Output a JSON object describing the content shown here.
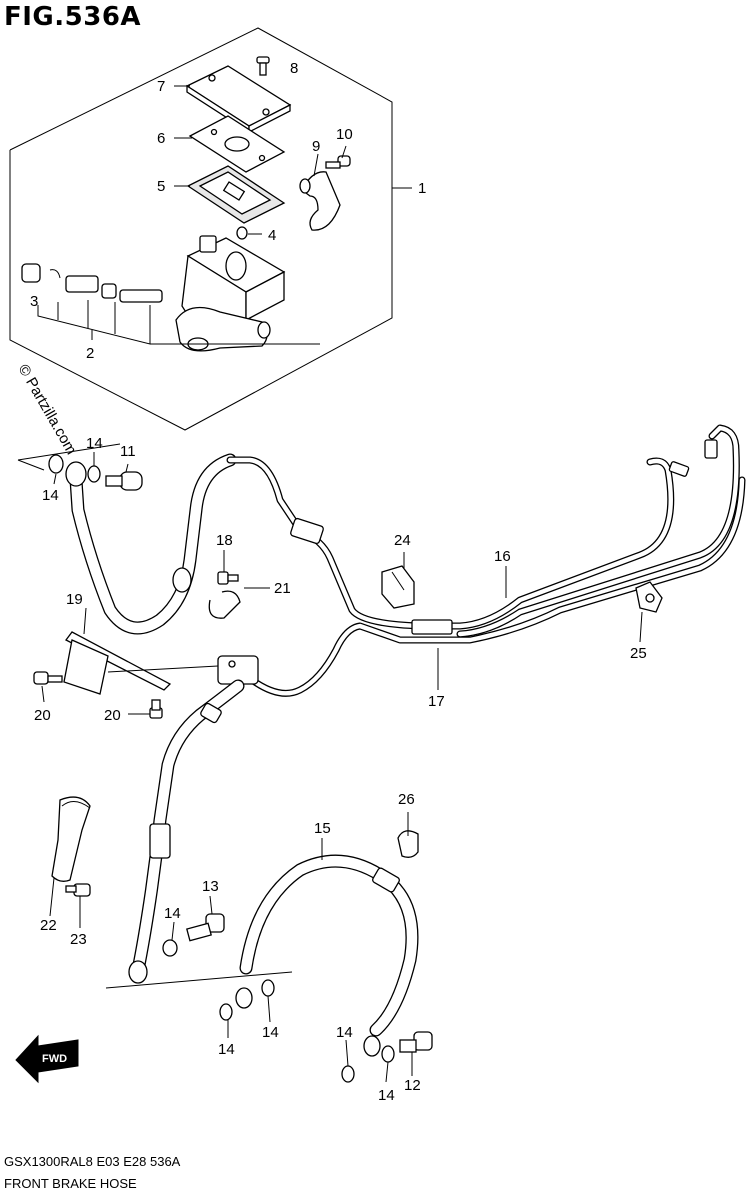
{
  "figure": {
    "title": "FIG.536A",
    "model_code": "GSX1300RAL8  E03  E28  536A",
    "caption": "FRONT BRAKE HOSE",
    "watermark": "© Partzilla.com",
    "fwd_label": "FWD"
  },
  "callouts": [
    {
      "id": "c1",
      "label": "1"
    },
    {
      "id": "c2",
      "label": "2"
    },
    {
      "id": "c3",
      "label": "3"
    },
    {
      "id": "c4",
      "label": "4"
    },
    {
      "id": "c5",
      "label": "5"
    },
    {
      "id": "c6",
      "label": "6"
    },
    {
      "id": "c7",
      "label": "7"
    },
    {
      "id": "c8",
      "label": "8"
    },
    {
      "id": "c9",
      "label": "9"
    },
    {
      "id": "c10",
      "label": "10"
    },
    {
      "id": "c11",
      "label": "11"
    },
    {
      "id": "c12",
      "label": "12"
    },
    {
      "id": "c13",
      "label": "13"
    },
    {
      "id": "c14a",
      "label": "14"
    },
    {
      "id": "c14b",
      "label": "14"
    },
    {
      "id": "c14c",
      "label": "14"
    },
    {
      "id": "c14d",
      "label": "14"
    },
    {
      "id": "c14e",
      "label": "14"
    },
    {
      "id": "c14f",
      "label": "14"
    },
    {
      "id": "c14g",
      "label": "14"
    },
    {
      "id": "c15",
      "label": "15"
    },
    {
      "id": "c16",
      "label": "16"
    },
    {
      "id": "c17",
      "label": "17"
    },
    {
      "id": "c18",
      "label": "18"
    },
    {
      "id": "c19",
      "label": "19"
    },
    {
      "id": "c20a",
      "label": "20"
    },
    {
      "id": "c20b",
      "label": "20"
    },
    {
      "id": "c21",
      "label": "21"
    },
    {
      "id": "c22",
      "label": "22"
    },
    {
      "id": "c23",
      "label": "23"
    },
    {
      "id": "c24",
      "label": "24"
    },
    {
      "id": "c25",
      "label": "25"
    },
    {
      "id": "c26",
      "label": "26"
    }
  ]
}
